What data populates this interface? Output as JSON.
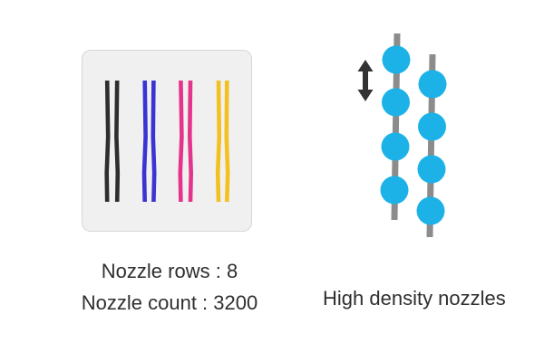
{
  "page": {
    "background": "#ffffff",
    "text_color": "#2f2f2f"
  },
  "left_figure": {
    "panel_background": "#f0f0f0",
    "panel_border_color": "#d6d6d6",
    "stripes_per_color": 2,
    "ink_stripes": [
      {
        "name": "black",
        "color": "#2e2e2e"
      },
      {
        "name": "blue",
        "color": "#3a34d2"
      },
      {
        "name": "magenta",
        "color": "#e5348c"
      },
      {
        "name": "yellow",
        "color": "#f2c020"
      }
    ],
    "caption": {
      "line1": "Nozzle rows : 8",
      "line2": "Nozzle count : 3200"
    }
  },
  "right_figure": {
    "caption": "High density nozzles",
    "rod_count": 2,
    "nozzles_per_rod": 4,
    "nozzle_color": "#1cb2e8",
    "rod_color": "#8c8c8c",
    "arrow_color": "#333333"
  }
}
